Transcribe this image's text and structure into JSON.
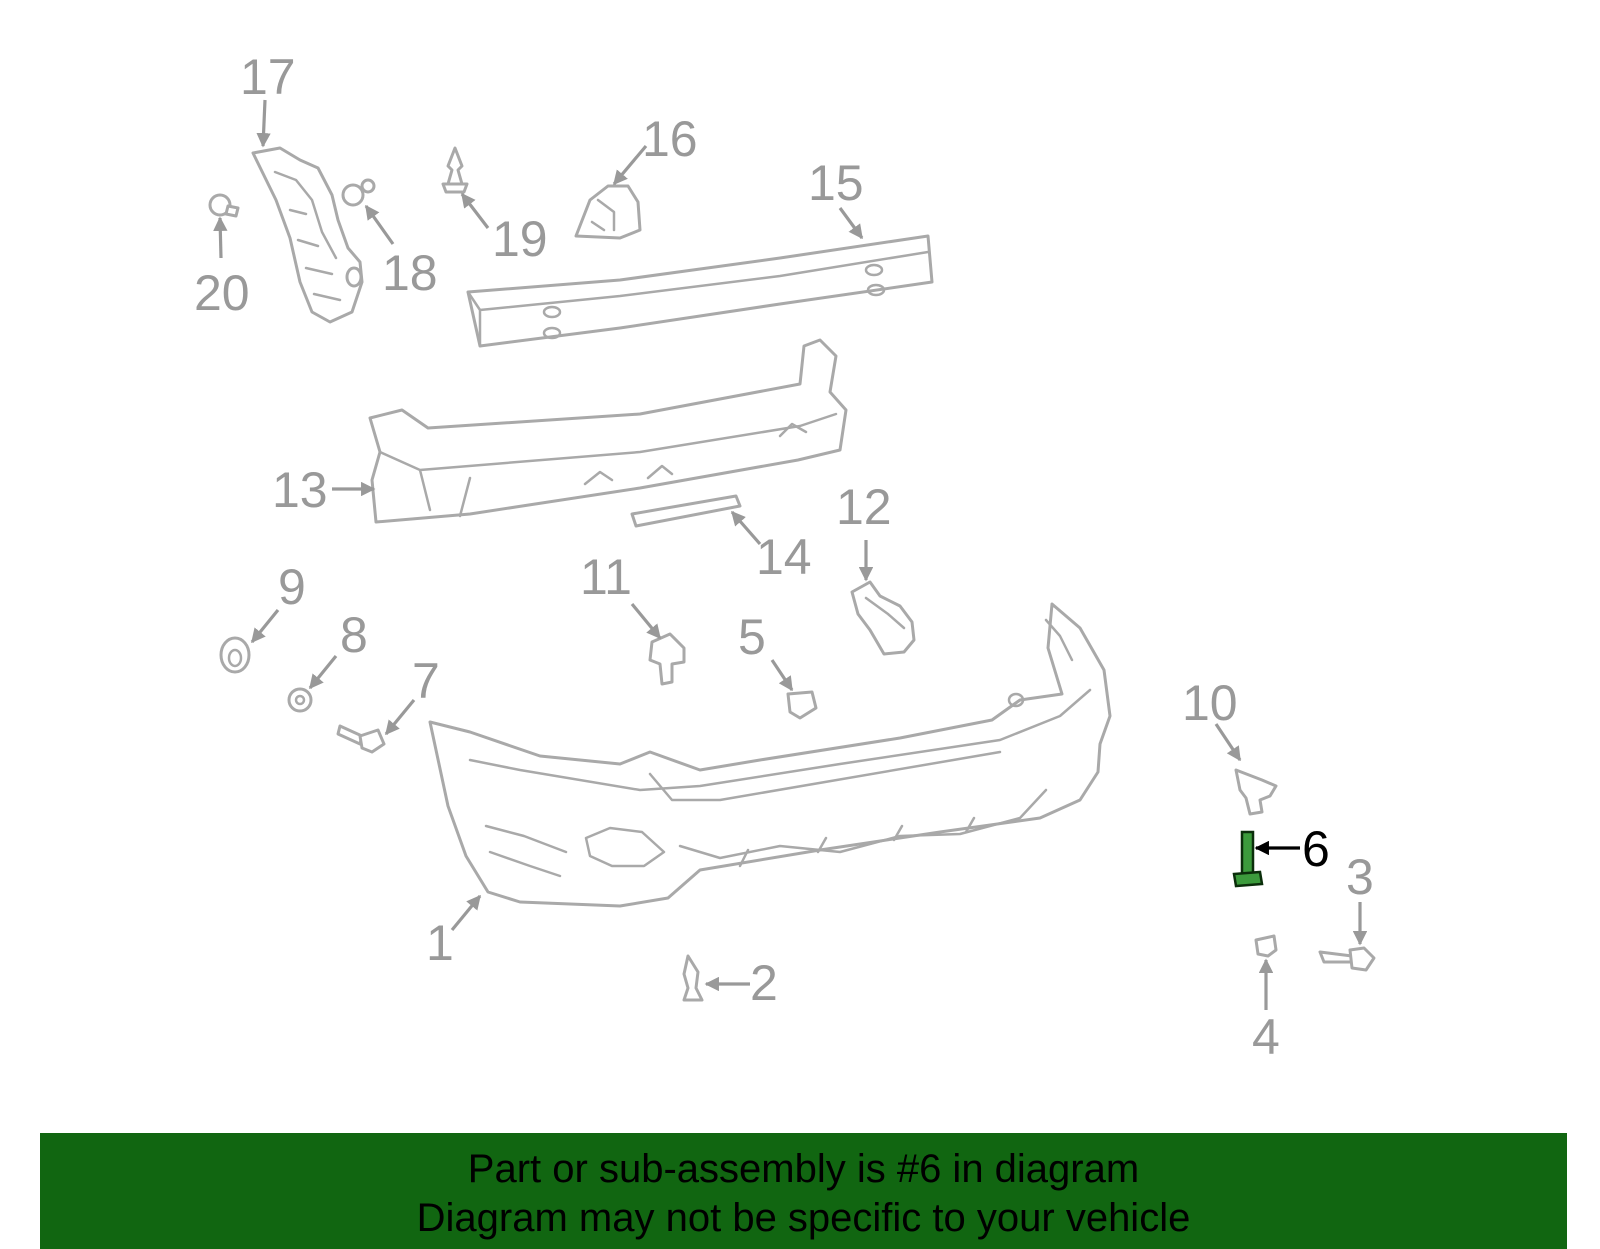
{
  "diagram": {
    "highlighted_part": "6",
    "highlight_color": "#3c9b3c",
    "callouts": [
      {
        "num": "1"
      },
      {
        "num": "2"
      },
      {
        "num": "3"
      },
      {
        "num": "4"
      },
      {
        "num": "5"
      },
      {
        "num": "6"
      },
      {
        "num": "7"
      },
      {
        "num": "8"
      },
      {
        "num": "9"
      },
      {
        "num": "10"
      },
      {
        "num": "11"
      },
      {
        "num": "12"
      },
      {
        "num": "13"
      },
      {
        "num": "14"
      },
      {
        "num": "15"
      },
      {
        "num": "16"
      },
      {
        "num": "17"
      },
      {
        "num": "18"
      },
      {
        "num": "19"
      },
      {
        "num": "20"
      }
    ]
  },
  "banner": {
    "line1": "Part or sub-assembly is #6 in diagram",
    "line2": "Diagram may not be specific to your vehicle",
    "background_color": "#116611"
  }
}
